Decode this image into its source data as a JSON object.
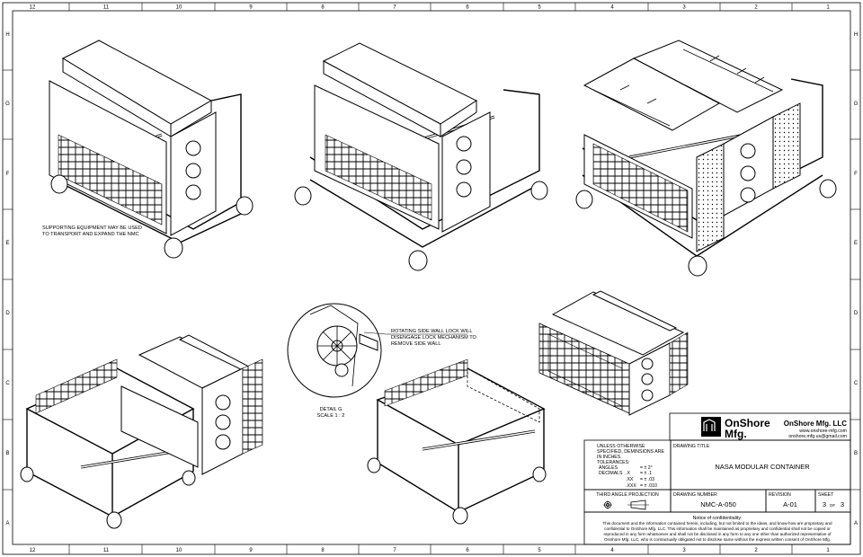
{
  "border": {
    "columns": [
      "12",
      "11",
      "10",
      "9",
      "8",
      "7",
      "6",
      "5",
      "4",
      "3",
      "2",
      "1"
    ],
    "rows": [
      "H",
      "G",
      "F",
      "E",
      "D",
      "C",
      "B",
      "A"
    ]
  },
  "notes": {
    "support_line1": "SUPPORTING EQUIPMENT MAY BE USED",
    "support_line2": "TO TRANSPORT AND EXPAND THE NMC",
    "lock_line1": "ROTATING SIDE WALL LOCK WILL",
    "lock_line2": "DISENGAGE LOCK MECHANISM TO",
    "lock_line3": "REMOVE SIDE WALL",
    "detail_label": "DETAIL G",
    "detail_scale": "SCALE 1 : 2"
  },
  "title_block": {
    "logo_line1": "OnShore",
    "logo_line2": "Mfg.",
    "company_name": "OnShore Mfg. LLC",
    "company_web": "www.onshore-mfg.com",
    "company_email": "onshore.mfg.us@gmail.com",
    "unless_lines": [
      "UNLESS OTHERWISE",
      "SPECIFIED, DEMINSIONS ARE",
      "IN INCHES.",
      "TOLERANCES:"
    ],
    "angles_label": "ANGLES",
    "angles_tol": "= ± 2°",
    "decimals_label": "DECIMALS",
    "dec_x": ".X",
    "dec_x_tol": "= ± .1",
    "dec_xx": ".XX",
    "dec_xx_tol": "= ± .03",
    "dec_xxx": ".XXX",
    "dec_xxx_tol": "= ± .010",
    "drawing_title_label": "DRAWING TITLE",
    "drawing_title": "NASA MODULAR CONTAINER",
    "projection_label": "THIRD ANGLE PROJECTION",
    "drawing_number_label": "DRAWING NUMBER",
    "drawing_number": "NMC-A-050",
    "revision_label": "REVISION",
    "revision": "A-01",
    "sheet_label": "SHEET",
    "sheet_value": "3",
    "sheet_of": "OF",
    "sheet_total": "3",
    "conf_title": "Notice of confidentiality:",
    "conf_lines": [
      "This document and the information contained herein, including, but not limited to the ideas, and know-how are proprietary and",
      "confidential to OnShore Mfg. LLC. This information shall be maintained as proprietary and confidential  shall not be copied or",
      "reproduced in any form whatsoever and shall not be disclosed in any form to any one other than authorized representative of",
      "OnShore Mfg. LLC, who is contractually obligated not to disclose same without the express written consent of OnShore Mfg."
    ]
  }
}
